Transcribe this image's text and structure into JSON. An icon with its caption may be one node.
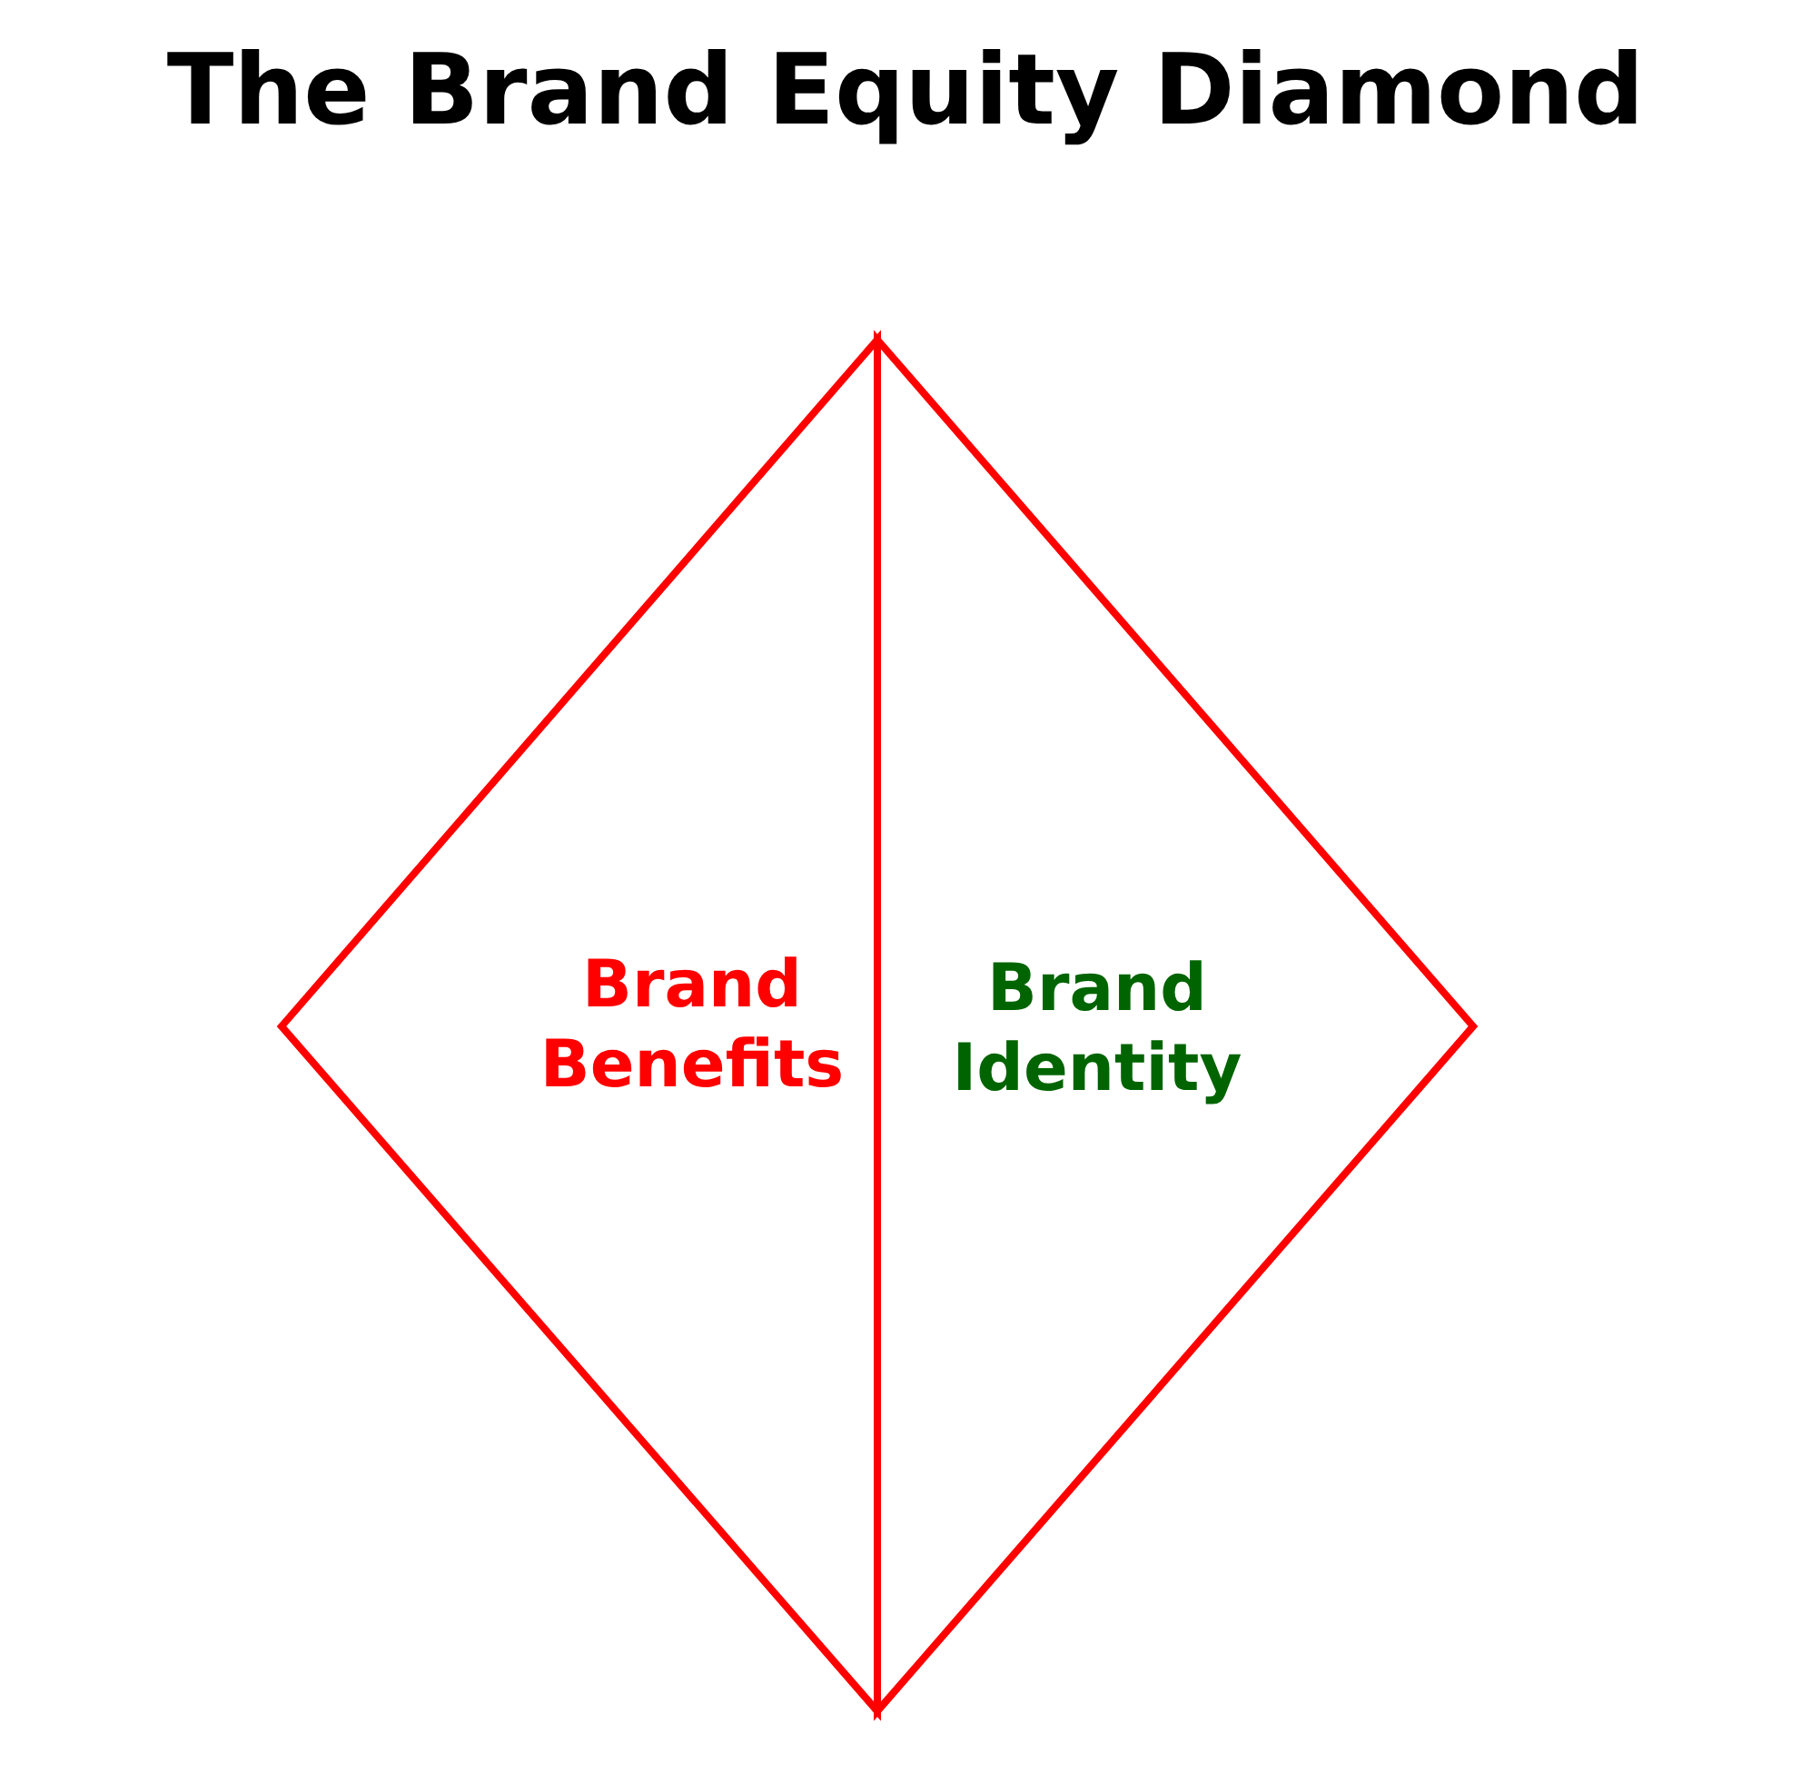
{
  "diagram": {
    "title": "The Brand Equity Diamond",
    "nodes": [
      {
        "text": [
          "Brand Benefits"
        ]
      },
      {
        "text": [
          "Brand Identity"
        ]
      }
    ]
  }
}
